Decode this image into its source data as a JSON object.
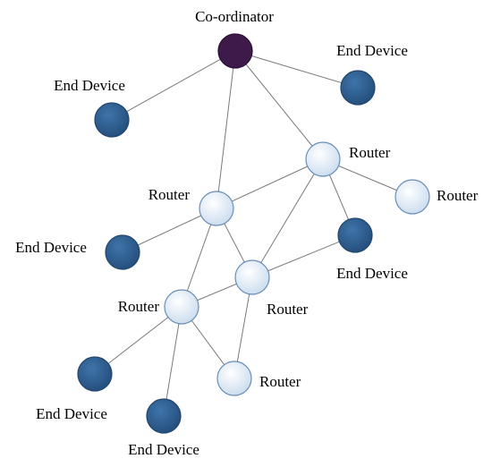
{
  "nodes": {
    "coordinator": {
      "type": "coordinator",
      "label": "Co-ordinator"
    },
    "end_top_right": {
      "type": "end_device",
      "label": "End Device"
    },
    "end_top_left": {
      "type": "end_device",
      "label": "End Device"
    },
    "router_upper_right": {
      "type": "router",
      "label": "Router"
    },
    "router_far_right": {
      "type": "router",
      "label": "Router"
    },
    "router_upper_left": {
      "type": "router",
      "label": "Router"
    },
    "end_mid_left": {
      "type": "end_device",
      "label": "End Device"
    },
    "end_mid_right": {
      "type": "end_device",
      "label": "End Device"
    },
    "router_center": {
      "type": "router",
      "label": "Router"
    },
    "router_lower_left": {
      "type": "router",
      "label": "Router"
    },
    "end_bottom_left": {
      "type": "end_device",
      "label": "End Device"
    },
    "end_bottom": {
      "type": "end_device",
      "label": "End Device"
    },
    "router_bottom": {
      "type": "router",
      "label": "Router"
    }
  },
  "edges": [
    [
      "coordinator",
      "end_top_left"
    ],
    [
      "coordinator",
      "end_top_right"
    ],
    [
      "coordinator",
      "router_upper_right"
    ],
    [
      "coordinator",
      "router_upper_left"
    ],
    [
      "router_upper_right",
      "router_far_right"
    ],
    [
      "router_upper_right",
      "router_upper_left"
    ],
    [
      "router_upper_right",
      "end_mid_right"
    ],
    [
      "router_upper_right",
      "router_center"
    ],
    [
      "router_upper_left",
      "end_mid_left"
    ],
    [
      "router_upper_left",
      "router_center"
    ],
    [
      "router_upper_left",
      "router_lower_left"
    ],
    [
      "router_center",
      "end_mid_right"
    ],
    [
      "router_center",
      "router_lower_left"
    ],
    [
      "router_center",
      "router_bottom"
    ],
    [
      "router_lower_left",
      "end_bottom_left"
    ],
    [
      "router_lower_left",
      "end_bottom"
    ],
    [
      "router_lower_left",
      "router_bottom"
    ]
  ],
  "colors": {
    "coordinator": "#3d1a4a",
    "router": "#dde8f3",
    "end_device": "#2f5f90",
    "edge": "#7a7a7a"
  }
}
